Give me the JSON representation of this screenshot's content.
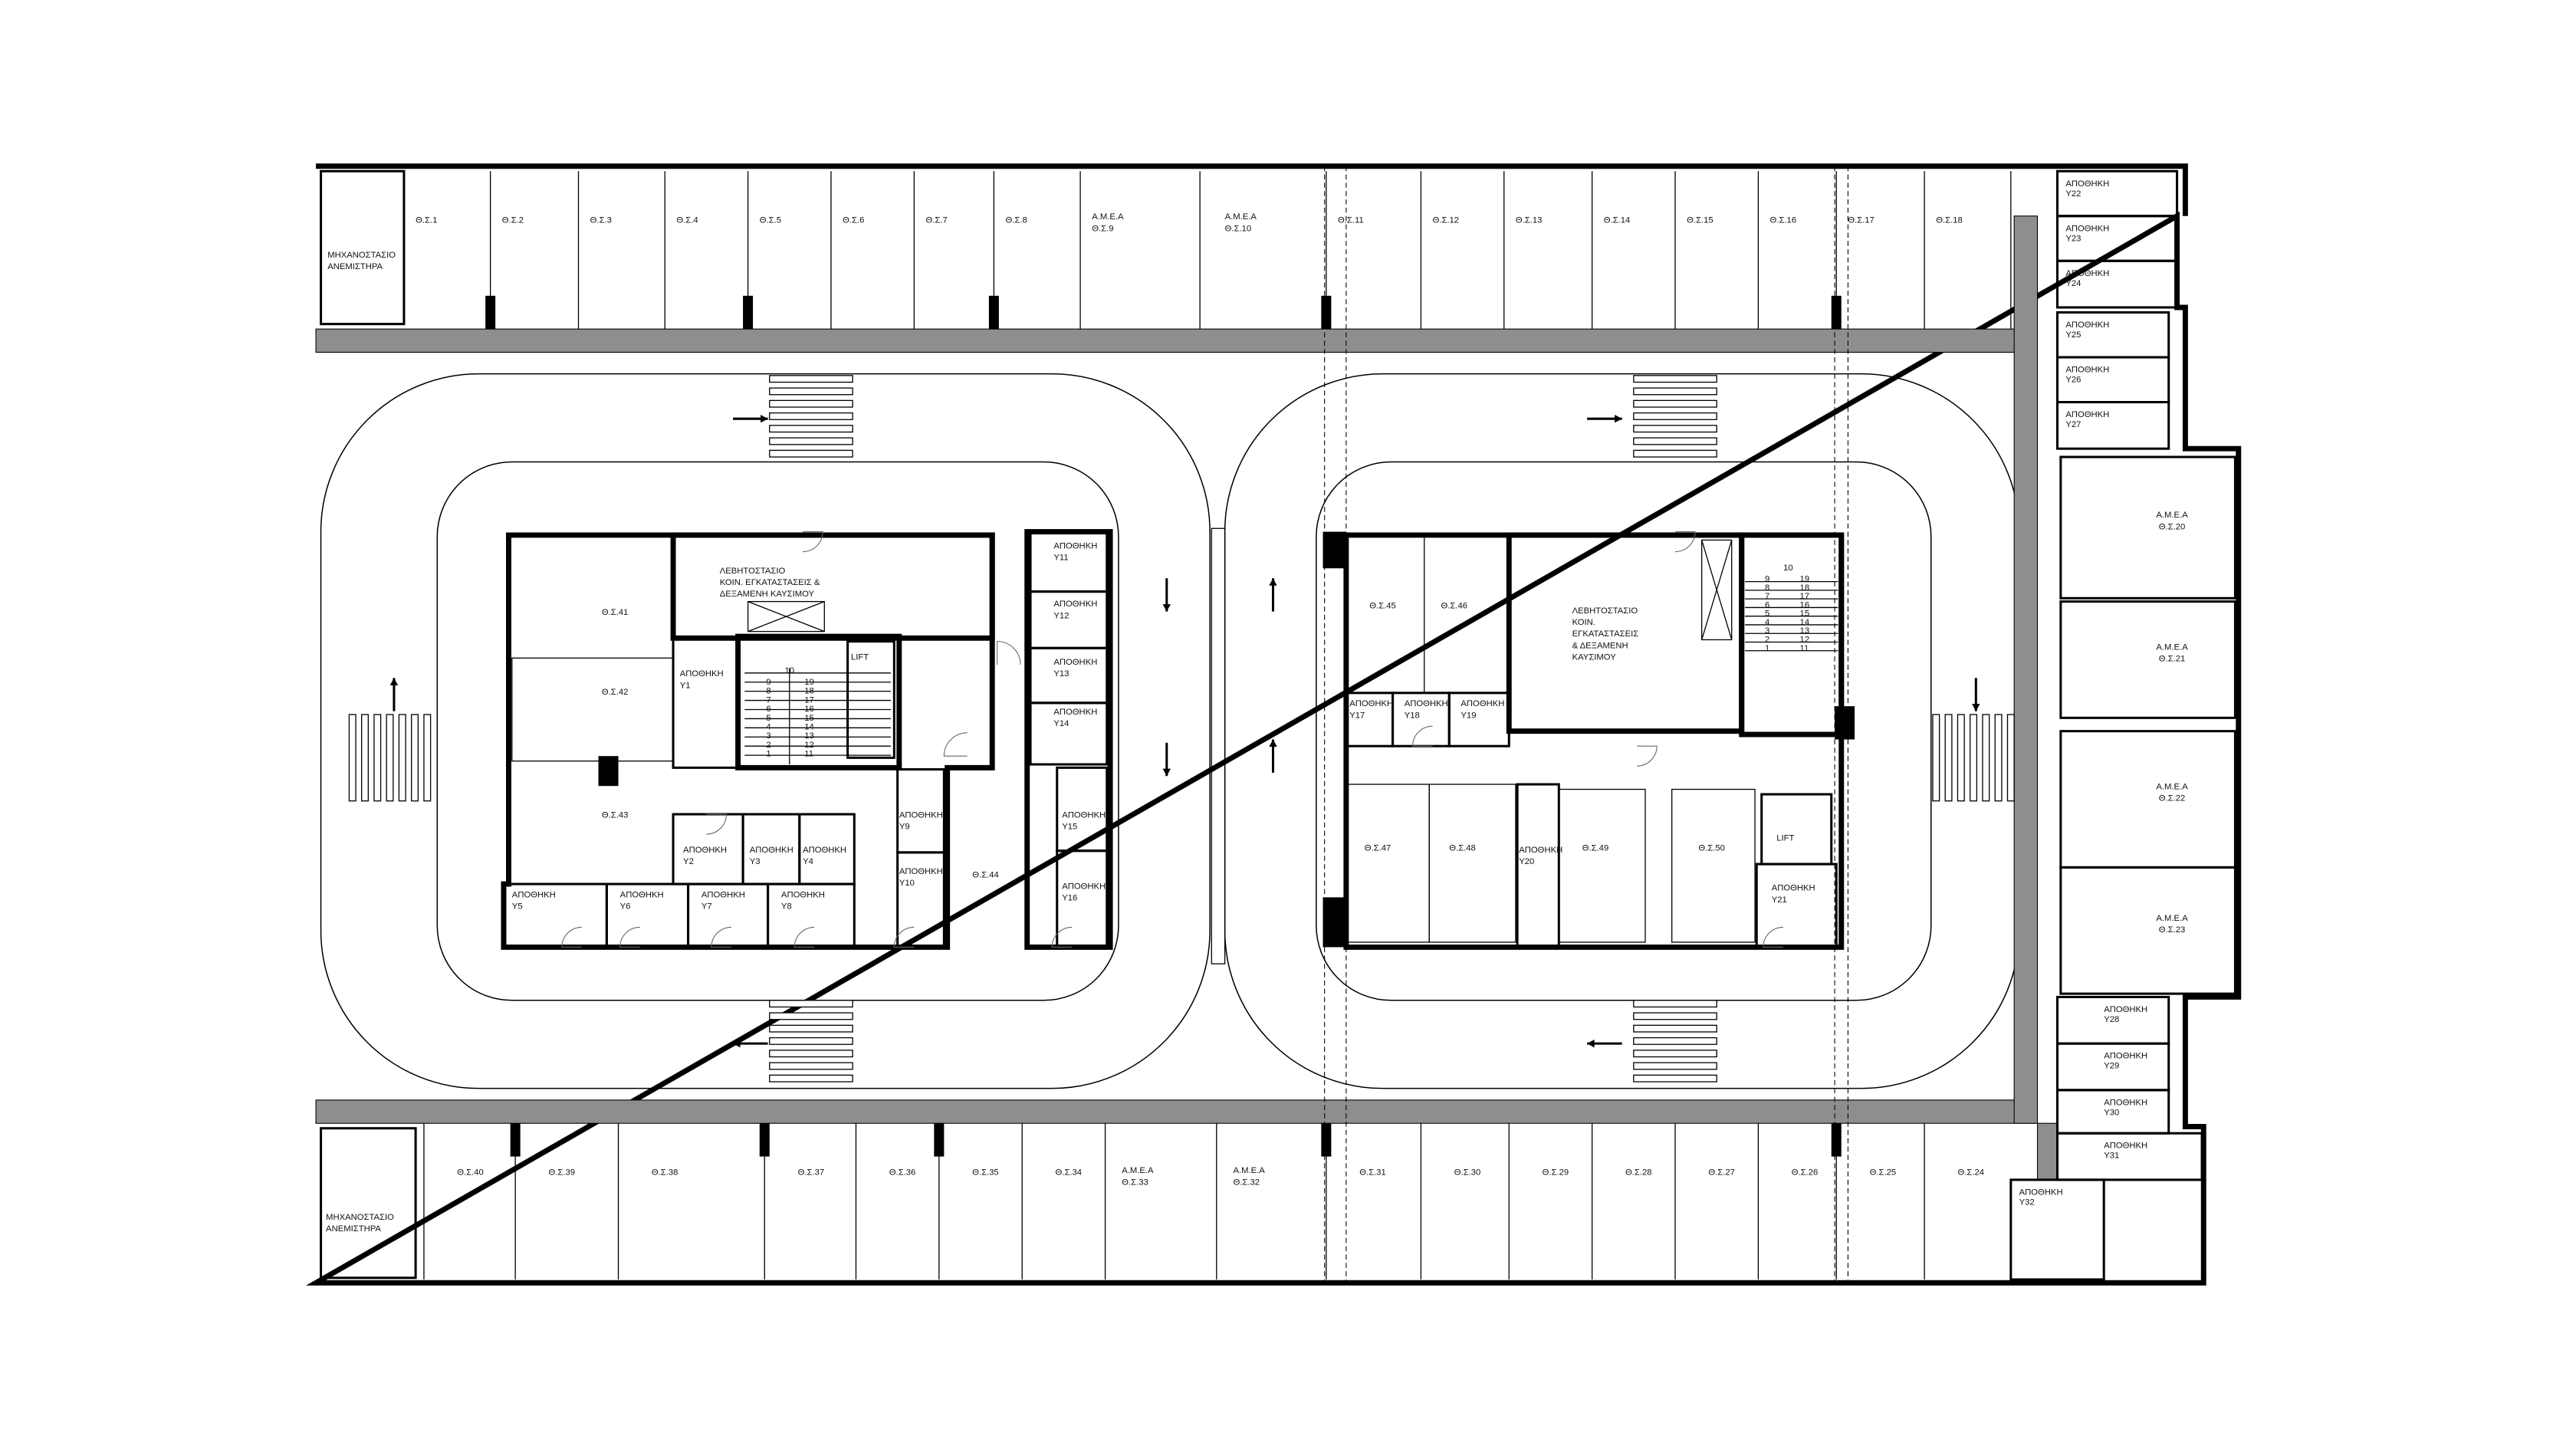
{
  "engine_room": [
    "ΜΗΧΑΝΟΣΤΑΣΙΟ",
    "ΑΝΕΜΙΣΤΗΡΑ"
  ],
  "amea": "Α.Μ.Ε.Α",
  "storage": "ΑΠΟΘΗΚΗ",
  "lift": "LIFT",
  "top_row": [
    "Θ.Σ.1",
    "Θ.Σ.2",
    "Θ.Σ.3",
    "Θ.Σ.4",
    "Θ.Σ.5",
    "Θ.Σ.6",
    "Θ.Σ.7",
    "Θ.Σ.8",
    "Θ.Σ.9",
    "Θ.Σ.10",
    "Θ.Σ.11",
    "Θ.Σ.12",
    "Θ.Σ.13",
    "Θ.Σ.14",
    "Θ.Σ.15",
    "Θ.Σ.16",
    "Θ.Σ.17",
    "Θ.Σ.18"
  ],
  "bottom_row": [
    "Θ.Σ.40",
    "Θ.Σ.39",
    "Θ.Σ.38",
    "Θ.Σ.37",
    "Θ.Σ.36",
    "Θ.Σ.35",
    "Θ.Σ.34",
    "Θ.Σ.33",
    "Θ.Σ.32",
    "Θ.Σ.31",
    "Θ.Σ.30",
    "Θ.Σ.29",
    "Θ.Σ.28",
    "Θ.Σ.27",
    "Θ.Σ.26",
    "Θ.Σ.25",
    "Θ.Σ.24"
  ],
  "right_amea": [
    "Θ.Σ.20",
    "Θ.Σ.21",
    "Θ.Σ.22",
    "Θ.Σ.23"
  ],
  "right_storage": [
    "Υ22",
    "Υ23",
    "Υ24",
    "Υ25",
    "Υ26",
    "Υ27",
    "Υ28",
    "Υ29",
    "Υ30",
    "Υ31",
    "Υ32"
  ],
  "left_building": {
    "spots": [
      "Θ.Σ.41",
      "Θ.Σ.42",
      "Θ.Σ.43",
      "Θ.Σ.44"
    ],
    "boiler_room": [
      "ΛΕΒΗΤΟΣΤΑΣΙΟ",
      "ΚΟΙΝ. ΕΓΚΑΤΑΣΤΑΣΕΙΣ &",
      "ΔΕΞΑΜΕΝΗ ΚΑΥΣΙΜΟΥ"
    ],
    "storage": [
      "Υ1",
      "Υ2",
      "Υ3",
      "Υ4",
      "Υ5",
      "Υ6",
      "Υ7",
      "Υ8",
      "Υ9",
      "Υ10",
      "Υ11",
      "Υ12",
      "Υ13",
      "Υ14",
      "Υ15",
      "Υ16"
    ]
  },
  "right_building": {
    "spots": [
      "Θ.Σ.45",
      "Θ.Σ.46",
      "Θ.Σ.47",
      "Θ.Σ.48",
      "Θ.Σ.49",
      "Θ.Σ.50"
    ],
    "boiler_room": [
      "ΛΕΒΗΤΟΣΤΑΣΙΟ",
      "ΚΟΙΝ.",
      "ΕΓΚΑΤΑΣΤΑΣΕΙΣ",
      "& ΔΕΞΑΜΕΝΗ",
      "ΚΑΥΣΙΜΟΥ"
    ],
    "storage": [
      "Υ17",
      "Υ18",
      "Υ19",
      "Υ20",
      "Υ21"
    ]
  },
  "stair_steps": [
    "1",
    "2",
    "3",
    "4",
    "5",
    "6",
    "7",
    "8",
    "9",
    "10",
    "11",
    "12",
    "13",
    "14",
    "15",
    "16",
    "17",
    "18",
    "19"
  ]
}
